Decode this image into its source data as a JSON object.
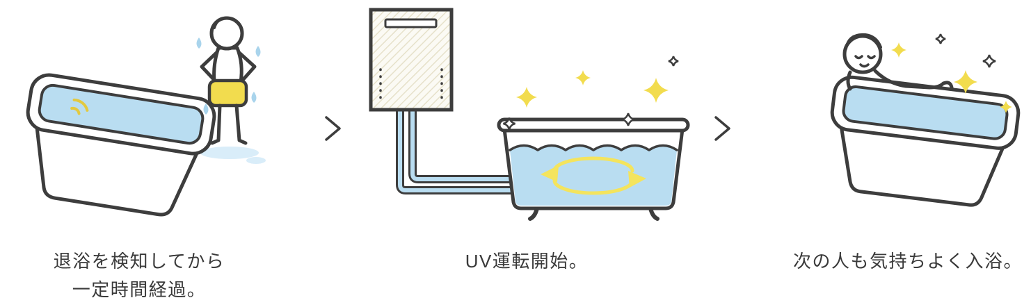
{
  "colors": {
    "outline": "#3d3d3d",
    "water_blue": "#b9ddf1",
    "accent_yellow": "#f2dc4e",
    "drop_blue": "#a9d4ec",
    "heater_hatch": "#e6e1ca"
  },
  "steps": [
    {
      "caption_lines": [
        "退浴を検知してから",
        "一定時間経過。"
      ]
    },
    {
      "caption_lines": [
        "UV運転開始。"
      ]
    },
    {
      "caption_lines": [
        "次の人も気持ちよく入浴。"
      ]
    }
  ]
}
